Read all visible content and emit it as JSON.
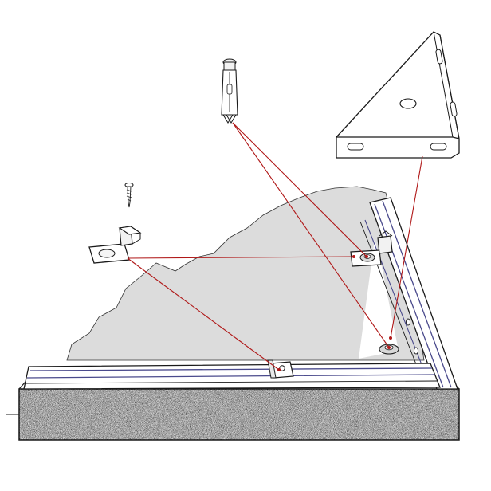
{
  "diagram": {
    "elements": [
      "anchor-bolt",
      "wood-screw",
      "z-clip-bracket",
      "corner-angle-bracket",
      "frame-rail",
      "concrete-slab",
      "stone-surface"
    ],
    "colors": {
      "outline": "#1a1a1a",
      "rail_fill": "#ffffff",
      "rail_stripe": "#4a4a8c",
      "guide_line": "#b01818",
      "stone": "#dcdcdc",
      "concrete": "#cfcfcf"
    }
  }
}
